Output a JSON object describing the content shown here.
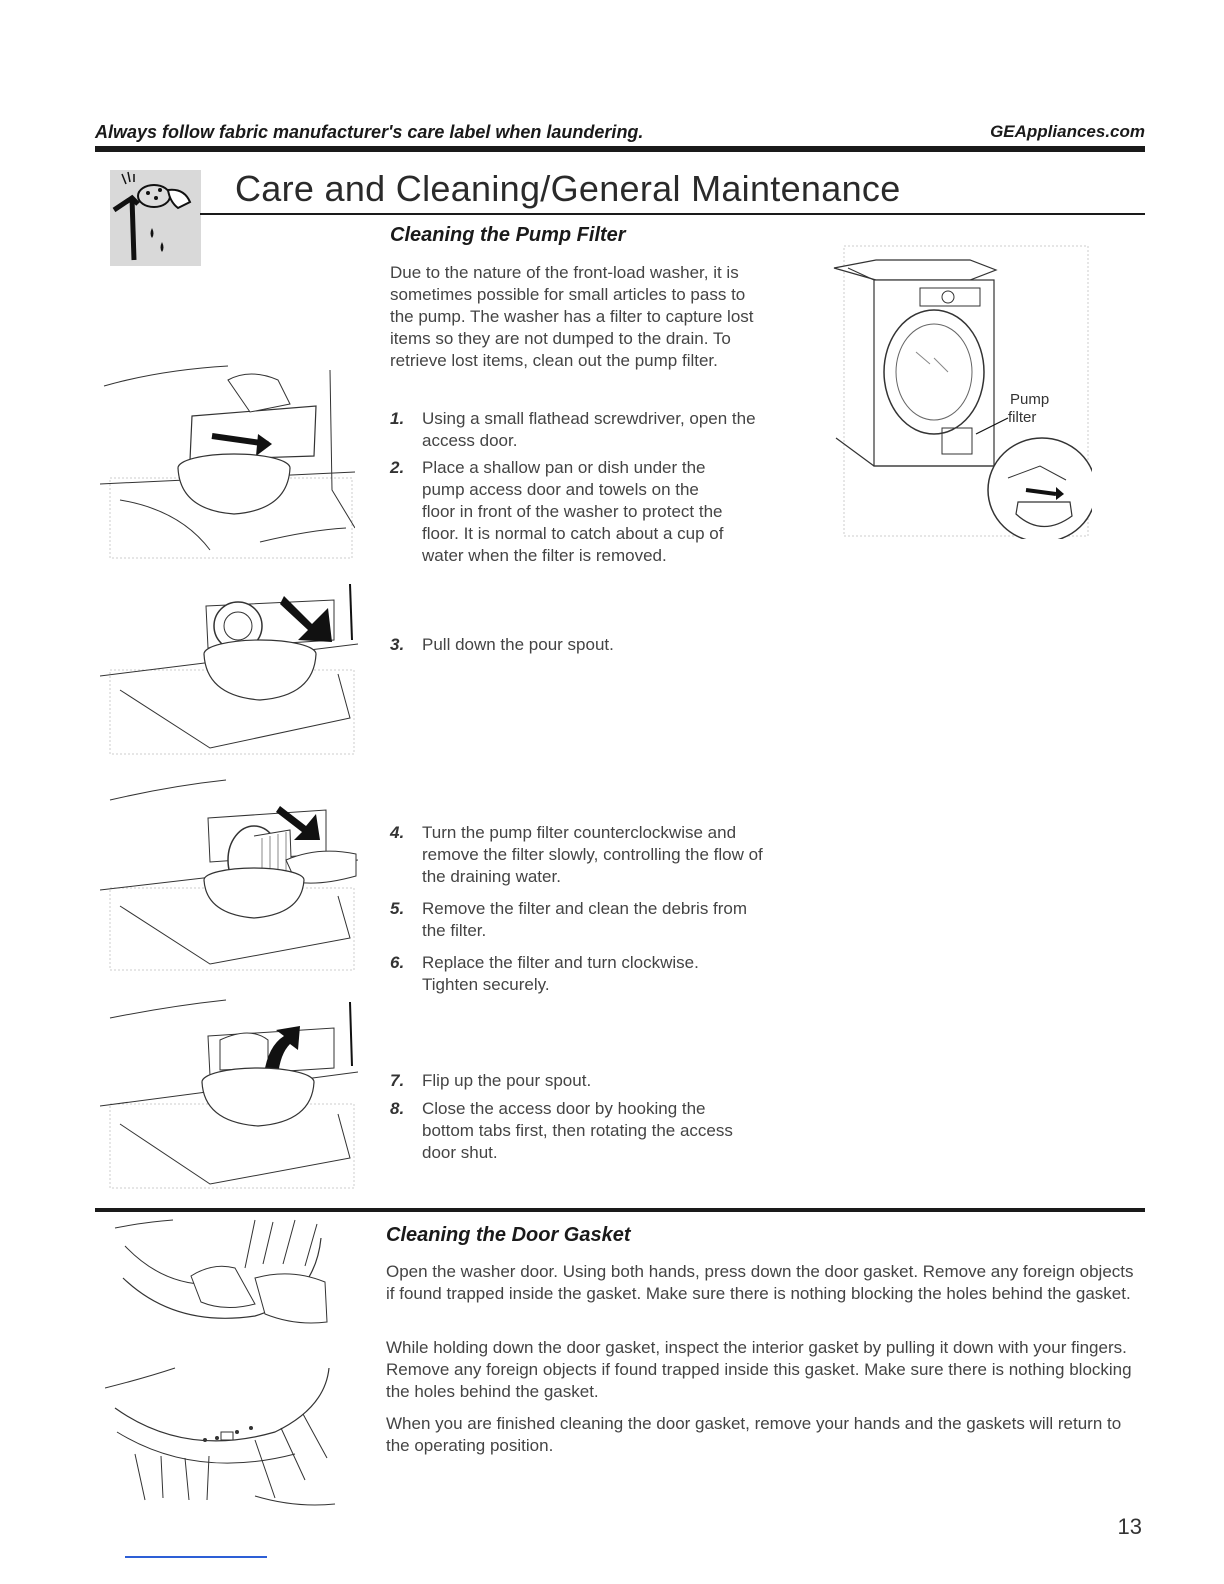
{
  "header": {
    "tagline": "Always follow fabric manufacturer's care label when laundering.",
    "site": "GEAppliances.com"
  },
  "section": {
    "icon": "cleaning-sponge-icon",
    "title": "Care and Cleaning/General Maintenance"
  },
  "pump_filter": {
    "heading": "Cleaning the Pump Filter",
    "intro": "Due to the nature of the front-load washer, it is sometimes possible for small articles to pass to the pump. The washer has a filter to capture lost items so they are not dumped to the drain. To retrieve lost items, clean out the pump filter.",
    "callout": [
      "Pump",
      "filter"
    ],
    "steps": [
      {
        "num": "1.",
        "text": "Using a small flathead screwdriver, open the access door."
      },
      {
        "num": "2.",
        "text": "Place a shallow pan or dish under the pump access door and towels on the floor in front of the washer to protect the floor. It is normal to catch about a cup of water when the filter is removed."
      },
      {
        "num": "3.",
        "text": "Pull down the pour spout."
      },
      {
        "num": "4.",
        "text": "Turn the pump filter counterclockwise and remove the filter slowly, controlling the flow of the draining water."
      },
      {
        "num": "5.",
        "text": "Remove the filter and clean the debris from the filter."
      },
      {
        "num": "6.",
        "text": "Replace the filter and turn clockwise. Tighten securely."
      },
      {
        "num": "7.",
        "text": "Flip up the pour spout."
      },
      {
        "num": "8.",
        "text": "Close the access door by hooking the bottom tabs first, then rotating the access door shut."
      }
    ]
  },
  "door_gasket": {
    "heading": "Cleaning the Door Gasket",
    "paragraphs": [
      "Open the washer door. Using both hands, press down the door gasket. Remove any foreign objects if found trapped inside the gasket. Make sure there is nothing blocking the holes behind the gasket.",
      "While holding down the door gasket, inspect the interior gasket by pulling it down with your fingers. Remove any foreign objects if found trapped inside this gasket. Make sure there is nothing blocking the holes behind the gasket.",
      "When you are finished cleaning the door gasket, remove your hands and the gaskets will return to the operating position."
    ]
  },
  "page_number": "13"
}
